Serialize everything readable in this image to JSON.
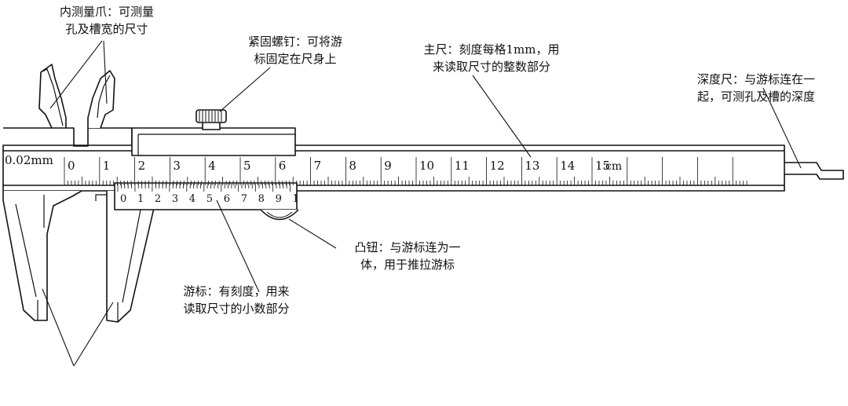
{
  "labels": {
    "inner_jaws": [
      "内测量爪：可测量",
      "孔及槽宽的尺寸"
    ],
    "lock_screw": [
      "紧固螺钉：可将游",
      "标固定在尺身上"
    ],
    "main_scale": [
      "主尺：刻度每格1mm，用",
      "来读取尺寸的整数部分"
    ],
    "depth_rod": [
      "深度尺：与游标连在一",
      "起，可测孔及槽的深度"
    ],
    "thumb_button": [
      "凸钮：与游标连为一",
      "体，用于推拉游标"
    ],
    "vernier": [
      "游标：有刻度，用来",
      "读取尺寸的小数部分"
    ]
  },
  "main_scale": {
    "precision": "0.02mm",
    "numbers": [
      "0",
      "1",
      "2",
      "3",
      "4",
      "5",
      "6",
      "7",
      "8",
      "9",
      "10",
      "11",
      "12",
      "13",
      "14",
      "15"
    ],
    "unit": "cm"
  },
  "vernier_scale": {
    "numbers": [
      "0",
      "1",
      "2",
      "3",
      "4",
      "5",
      "6",
      "7",
      "8",
      "9",
      "1"
    ]
  }
}
